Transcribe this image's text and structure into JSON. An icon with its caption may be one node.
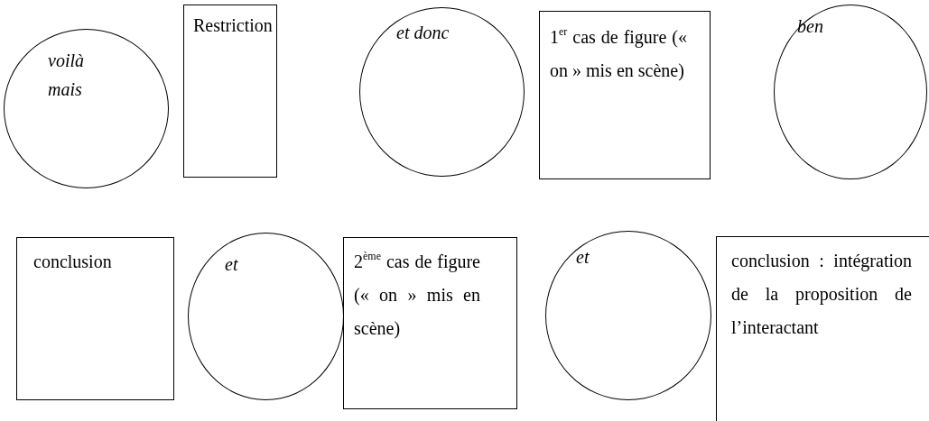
{
  "diagram": {
    "nodes": [
      {
        "text": [
          "voilà",
          "mais"
        ]
      },
      {
        "text": [
          "Restriction"
        ]
      },
      {
        "text": [
          "et donc"
        ]
      },
      {
        "text": [
          "1$^{er}$ cas de figure (« on » mis en scène)"
        ]
      },
      {
        "text": [
          "ben"
        ]
      },
      {
        "text": [
          "conclusion"
        ]
      },
      {
        "text": [
          "et"
        ]
      },
      {
        "text": [
          "2$^{ème}$ cas de figure (« on » mis en scène)"
        ]
      },
      {
        "text": [
          "et"
        ]
      },
      {
        "text": [
          "conclusion : intégration de la proposition de l’interactant"
        ]
      }
    ],
    "edges": []
  }
}
